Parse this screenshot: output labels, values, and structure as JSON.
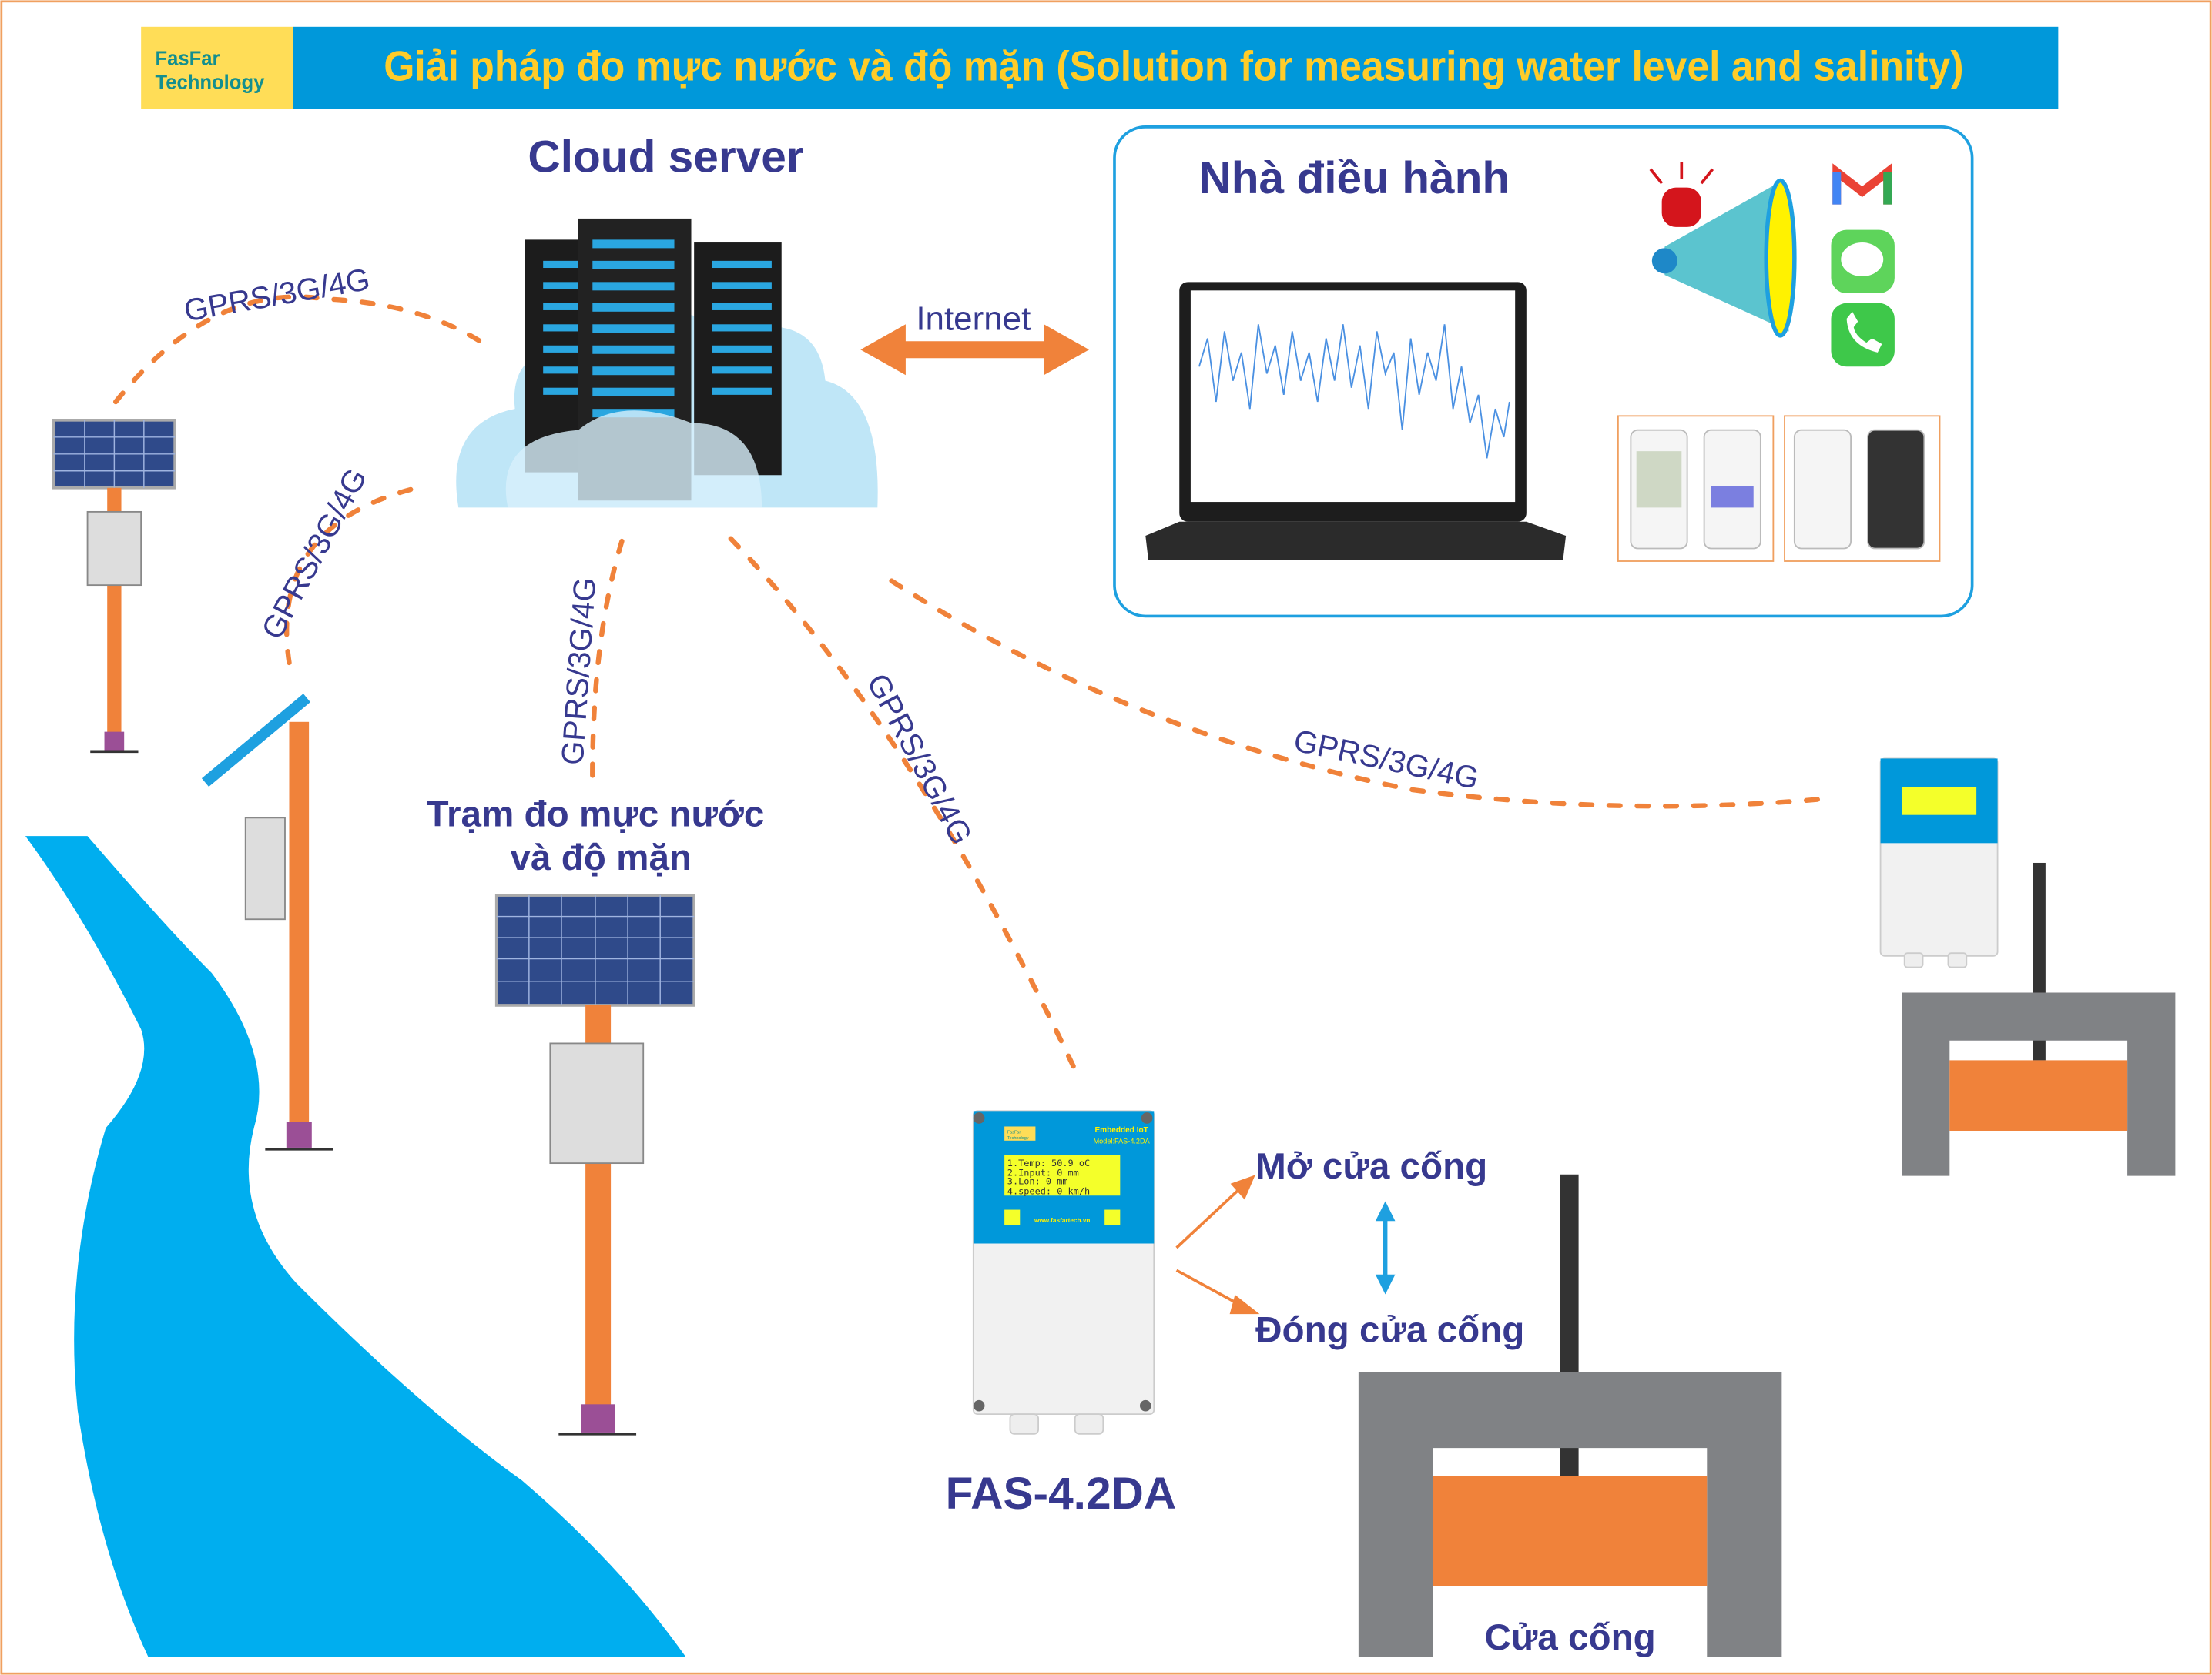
{
  "header": {
    "logo_line1": "FasFar",
    "logo_line2": "Technology",
    "title": "Giải pháp đo mực nước và độ mặn (Solution for measuring water level and salinity)"
  },
  "cloud": {
    "title": "Cloud server"
  },
  "internet_label": "Internet",
  "operator": {
    "title": "Nhà điều hành",
    "icons": [
      "alarm-light-icon",
      "megaphone-icon",
      "gmail-icon",
      "message-icon",
      "phone-icon"
    ]
  },
  "links": {
    "gprs": "GPRS/3G/4G"
  },
  "station": {
    "title_line1": "Trạm đo mực nước",
    "title_line2": "và độ mặn"
  },
  "device": {
    "model": "FAS-4.2DA",
    "brand_line1": "FasFar",
    "brand_line2": "Technology",
    "header_line1": "Embedded IoT",
    "header_line2": "Model:FAS-4.2DA",
    "lcd": [
      "1.Temp: 50.9 oC",
      "2.Input: 0 mm",
      "3.Lon: 0 mm",
      "4.speed: 0 km/h"
    ],
    "website": "www.fasfartech.vn"
  },
  "gate": {
    "open": "Mở cửa cống",
    "close": "Đóng cửa cống",
    "label": "Cửa cống"
  },
  "colors": {
    "blue": "#0098da",
    "yellow": "#ffdd57",
    "orange": "#f0823a",
    "navy": "#37398f",
    "river": "#00aeef",
    "gate_gray": "#808285"
  }
}
